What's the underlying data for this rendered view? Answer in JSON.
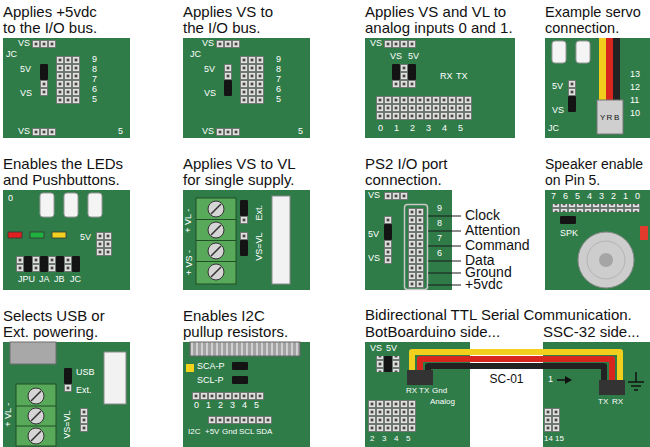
{
  "diagram": {
    "nodes": [
      {
        "text": [
          "Applies +5vdc to the I/O bus."
        ]
      },
      {
        "text": [
          "Applies VS to the I/O bus."
        ]
      },
      {
        "text": [
          "Applies VS and VL to analog inputs 0 and 1."
        ]
      },
      {
        "text": [
          "Example servo connection."
        ]
      },
      {
        "text": [
          "Enables the LEDs and Pushbuttons."
        ]
      },
      {
        "text": [
          "Applies VS to VL for single supply."
        ]
      },
      {
        "text": [
          "PS2 I/O port connection."
        ]
      },
      {
        "text": [
          "Speaker enable on Pin 5."
        ]
      },
      {
        "text": [
          "Selects USB or Ext. powering."
        ]
      },
      {
        "text": [
          "Enables I2C pullup resistors."
        ]
      },
      {
        "text": [
          "Bidirectional TTL Serial Communication.",
          "BotBoarduino side..."
        ]
      },
      {
        "text": [
          "SSC-32 side..."
        ]
      }
    ],
    "edges": [
      {
        "from": 10,
        "to": 11,
        "label": "SC-01",
        "arrow": "none"
      }
    ],
    "labels": [
      "VS",
      "JC",
      "5V",
      "VS",
      "9",
      "8",
      "7",
      "6",
      "5",
      "VS",
      "5",
      "VS",
      "JC",
      "5V",
      "VS",
      "9",
      "8",
      "7",
      "6",
      "5",
      "VS",
      "5",
      "VS",
      "VS",
      "5V",
      "RX",
      "TX",
      "0",
      "1",
      "2",
      "3",
      "4",
      "5",
      "5V",
      "VS",
      "JC",
      "13",
      "12",
      "11",
      "10",
      "Y",
      "R",
      "B",
      "0",
      "5V",
      "JPU",
      "JA",
      "JB",
      "JC",
      "+ VL -",
      "+ VS -",
      "Ext.",
      "VS=VL",
      "VS",
      "5V",
      "VS",
      "9",
      "8",
      "7",
      "6",
      "Clock",
      "Attention",
      "Command",
      "Data",
      "Ground",
      "+5vdc",
      "7",
      "6",
      "5",
      "4",
      "3",
      "2",
      "1",
      "0",
      "SPK",
      "USB",
      "Ext.",
      "+ VL -",
      "VS=VL",
      "SCA-P",
      "SCL-P",
      "0",
      "1",
      "2",
      "3",
      "4",
      "5",
      "I2C",
      "+5V",
      "Gnd",
      "SCL",
      "SDA",
      "VS",
      "5V",
      "RX",
      "TX",
      "Gnd",
      "Analog",
      "2",
      "3",
      "4",
      "5",
      "1",
      "TX",
      "RX",
      "14",
      "15"
    ]
  }
}
